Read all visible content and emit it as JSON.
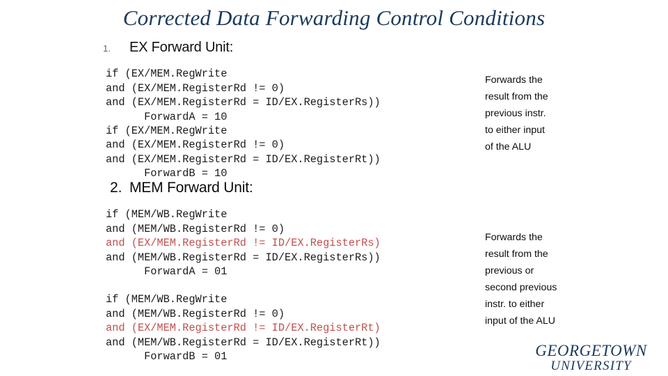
{
  "slide": {
    "title": "Corrected Data Forwarding Control Conditions",
    "background": "#ffffff",
    "title_color": "#1b3a5c",
    "code_color": "#1a1a1a",
    "highlight_color": "#c0504d",
    "number_color": "#4a6b86"
  },
  "sections": [
    {
      "number": "1.",
      "heading": "EX Forward Unit:",
      "code_lines": [
        {
          "text": "if (EX/MEM.RegWrite",
          "highlight": false
        },
        {
          "text": "and (EX/MEM.RegisterRd != 0)",
          "highlight": false
        },
        {
          "text": "and (EX/MEM.RegisterRd = ID/EX.RegisterRs))",
          "highlight": false
        },
        {
          "text": "      ForwardA = 10",
          "highlight": false
        },
        {
          "text": "if (EX/MEM.RegWrite",
          "highlight": false
        },
        {
          "text": "and (EX/MEM.RegisterRd != 0)",
          "highlight": false
        },
        {
          "text": "and (EX/MEM.RegisterRd = ID/EX.RegisterRt))",
          "highlight": false
        },
        {
          "text": "      ForwardB = 10",
          "highlight": false
        }
      ],
      "note_lines": [
        "Forwards the",
        "result from the",
        "previous instr.",
        "to either input",
        "of the ALU"
      ]
    },
    {
      "number": "2.",
      "heading": "MEM Forward Unit:",
      "code_block_a": [
        {
          "text": "if (MEM/WB.RegWrite",
          "highlight": false
        },
        {
          "text": "and (MEM/WB.RegisterRd != 0)",
          "highlight": false
        },
        {
          "text": "and (EX/MEM.RegisterRd != ID/EX.RegisterRs)",
          "highlight": true
        },
        {
          "text": "and (MEM/WB.RegisterRd = ID/EX.RegisterRs))",
          "highlight": false
        },
        {
          "text": "      ForwardA = 01",
          "highlight": false
        }
      ],
      "code_block_b": [
        {
          "text": "if (MEM/WB.RegWrite",
          "highlight": false
        },
        {
          "text": "and (MEM/WB.RegisterRd != 0)",
          "highlight": false
        },
        {
          "text": "and (EX/MEM.RegisterRd != ID/EX.RegisterRt)",
          "highlight": true
        },
        {
          "text": "and (MEM/WB.RegisterRd = ID/EX.RegisterRt))",
          "highlight": false
        },
        {
          "text": "      ForwardB = 01",
          "highlight": false
        }
      ],
      "note_lines": [
        "Forwards the",
        "result from the",
        "previous or",
        "second previous",
        "instr. to either",
        "input of the ALU"
      ]
    }
  ],
  "logo": {
    "line1": "GEORGETOWN",
    "line2": "UNIVERSITY"
  }
}
